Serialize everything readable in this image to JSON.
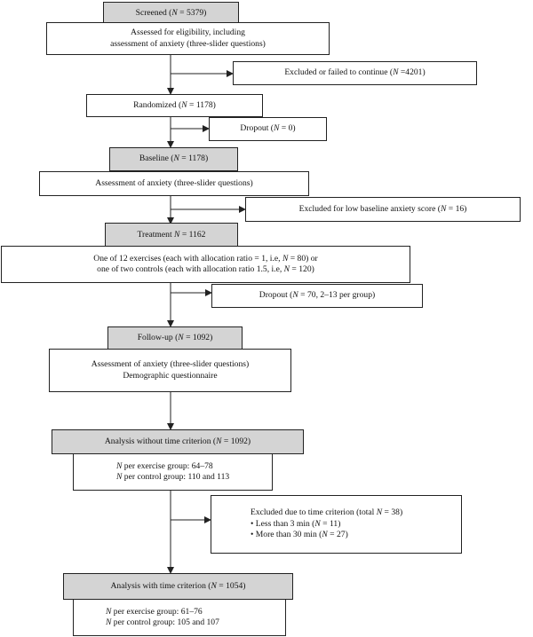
{
  "stages": {
    "screened": {
      "label": "Screened (",
      "n_symbol": "N",
      "n_text": " = 5379)"
    },
    "eligibility": {
      "line1": "Assessed for eligibility, including",
      "line2": "assessment of anxiety (three-slider questions)"
    },
    "excluded_continue": {
      "label": "Excluded or failed to continue (",
      "n_symbol": "N",
      "n_text": " =4201)"
    },
    "randomized": {
      "label": "Randomized (",
      "n_symbol": "N",
      "n_text": " = 1178)"
    },
    "dropout1": {
      "label": "Dropout (",
      "n_symbol": "N",
      "n_text": " = 0)"
    },
    "baseline": {
      "label": "Baseline (",
      "n_symbol": "N",
      "n_text": " = 1178)"
    },
    "baseline_assessment": {
      "line1": "Assessment of anxiety (three-slider questions)"
    },
    "excluded_low": {
      "label": "Excluded for low baseline anxiety score (",
      "n_symbol": "N",
      "n_text": " = 16)"
    },
    "treatment": {
      "label": "Treatment ",
      "n_symbol": "N",
      "n_text": " = 1162"
    },
    "allocation": {
      "line1_pre": "One of 12 exercises (each with allocation ratio = 1, i.e, ",
      "line1_sym": "N",
      "line1_post": " = 80) or",
      "line2_pre": "one of two controls (each with allocation ratio 1.5, i.e, ",
      "line2_sym": "N",
      "line2_post": " = 120)"
    },
    "dropout2": {
      "label": "Dropout (",
      "n_symbol": "N",
      "n_text": " = 70, 2–13 per group)"
    },
    "followup": {
      "label": "Follow-up (",
      "n_symbol": "N",
      "n_text": " = 1092)"
    },
    "followup_assessment": {
      "line1": "Assessment of anxiety (three-slider questions)",
      "line2": "Demographic questionnaire"
    },
    "analysis_without": {
      "label": "Analysis without time criterion (",
      "n_symbol": "N",
      "n_text": " = 1092)"
    },
    "without_groups": {
      "line1_sym": "N",
      "line1_text": " per exercise group: 64–78",
      "line2_sym": "N",
      "line2_text": " per control group: 110 and 113"
    },
    "excluded_time": {
      "title_pre": "Excluded due to time criterion (total ",
      "title_sym": "N",
      "title_post": " = 38)",
      "b1_pre": "• Less than 3 min (",
      "b1_sym": "N",
      "b1_post": " = 11)",
      "b2_pre": "• More than 30 min (",
      "b2_sym": "N",
      "b2_post": " = 27)"
    },
    "analysis_with": {
      "label": "Analysis with time criterion (",
      "n_symbol": "N",
      "n_text": " = 1054)"
    },
    "with_groups": {
      "line1_sym": "N",
      "line1_text": " per exercise group: 61–76",
      "line2_sym": "N",
      "line2_text": " per control group: 105 and 107"
    }
  },
  "colors": {
    "stage_fill": "#d4d4d4",
    "box_fill": "#ffffff",
    "line": "#222222"
  }
}
